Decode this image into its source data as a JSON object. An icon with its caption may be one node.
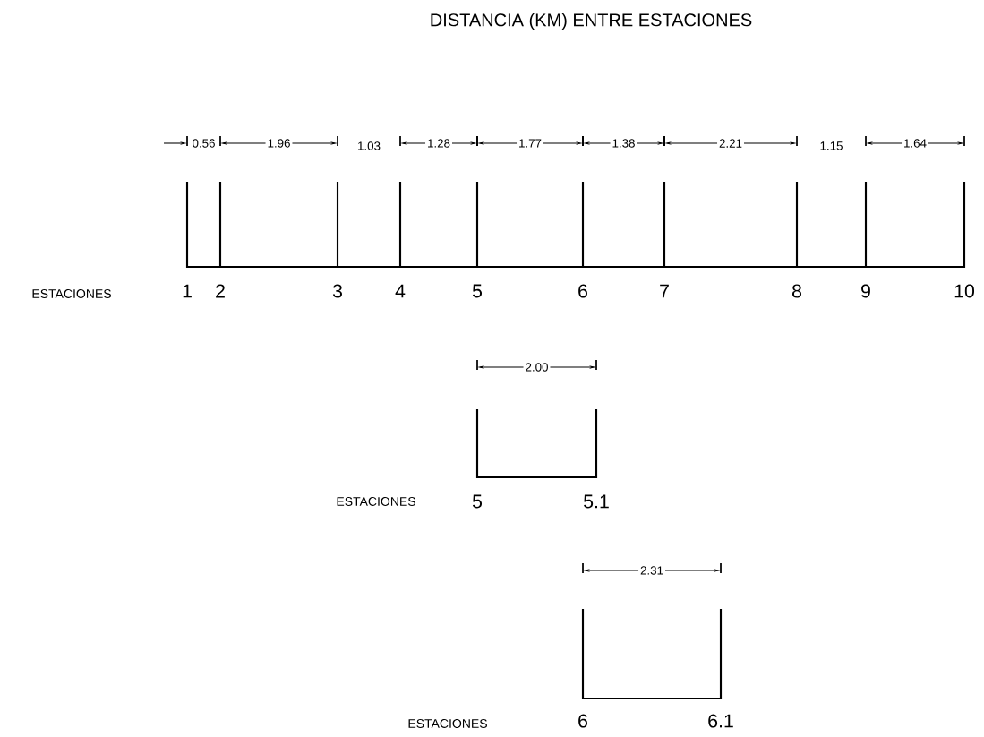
{
  "diagram": {
    "title": "DISTANCIA (KM) ENTRE ESTACIONES",
    "labels": [
      "0.56",
      "1.96",
      "1.03",
      "1.28",
      "1.77",
      "1.38",
      "2.21",
      "1.15",
      "1.64",
      "ESTACIONES",
      "1",
      "2",
      "3",
      "4",
      "5",
      "6",
      "7",
      "8",
      "9",
      "10",
      "2.00",
      "ESTACIONES",
      "5",
      "5.1",
      "2.31",
      "ESTACIONES",
      "6",
      "6.1"
    ]
  }
}
